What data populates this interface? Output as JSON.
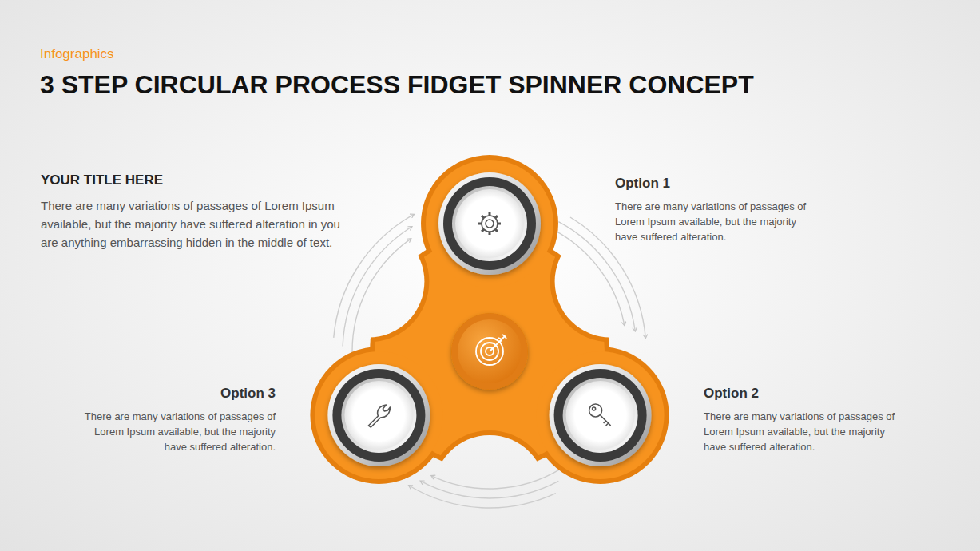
{
  "diagram": {
    "title": "3 STEP CIRCULAR PROCESS FIDGET SPINNER CONCEPT",
    "labels": [
      "Infographics",
      "YOUR TITLE HERE",
      "There are many variations of passages of Lorem Ipsum available, but the majority have suffered alteration in you are anything embarrassing hidden in the middle of text.",
      "Option 1",
      "There are many variations of passages of Lorem Ipsum available, but the majority have suffered alteration.",
      "Option 2",
      "There are many variations of passages of Lorem Ipsum available, but the majority have suffered alteration.",
      "Option 3",
      "There are many variations of passages of Lorem Ipsum available, but the majority have suffered alteration."
    ]
  }
}
